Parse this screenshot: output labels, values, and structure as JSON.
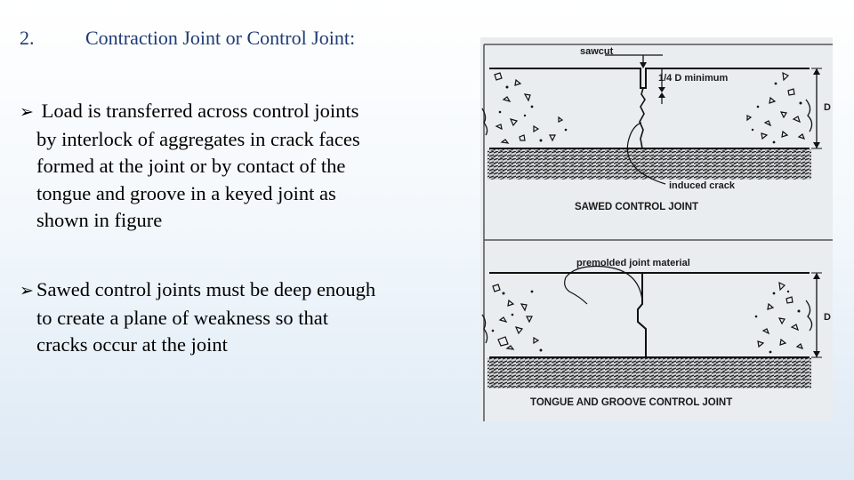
{
  "slide": {
    "title_number": "2.",
    "title_text": "Contraction Joint or Control Joint:",
    "bullets": [
      {
        "marker": "➢",
        "lines": [
          "Load is transferred across control joints",
          "by interlock of aggregates in crack faces",
          "formed at the joint or by contact of the",
          "tongue and groove in a keyed joint as",
          "shown in figure"
        ]
      },
      {
        "marker": "➢",
        "lines": [
          "Sawed control joints must be deep enough",
          "to create a plane of weakness so that",
          "cracks occur at the joint"
        ]
      }
    ]
  },
  "figure": {
    "top": {
      "sawcut_label": "sawcut",
      "depth_label": "1/4 D minimum",
      "thickness_label": "D",
      "crack_label": "induced crack",
      "caption": "SAWED CONTROL JOINT"
    },
    "bottom": {
      "material_label": "premolded joint material",
      "thickness_label": "D",
      "caption": "TONGUE AND GROOVE CONTROL JOINT"
    }
  }
}
